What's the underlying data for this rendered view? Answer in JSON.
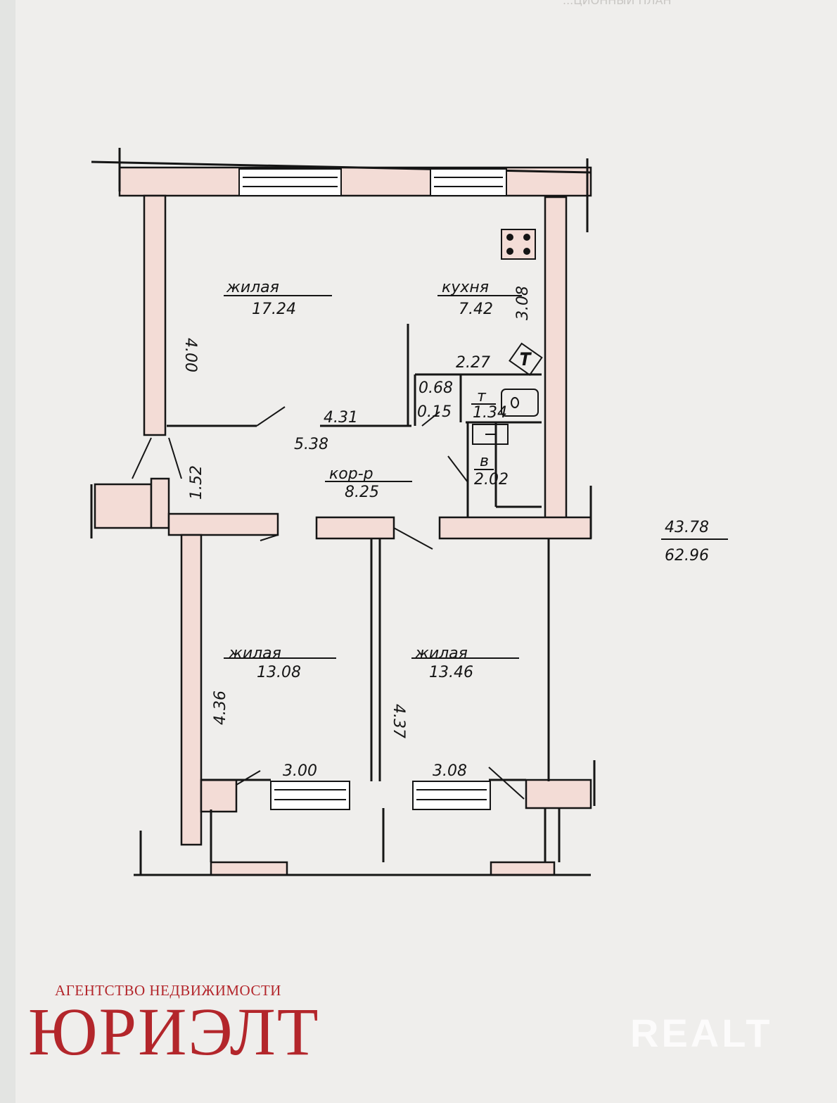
{
  "header_text": "...ЦИОННЫЙ ПЛАН",
  "rooms": [
    {
      "name": "жилая",
      "area": "17.24"
    },
    {
      "name": "кухня",
      "area": "7.42"
    },
    {
      "name": "т",
      "area": "1.34"
    },
    {
      "name": "в",
      "area": "2.02"
    },
    {
      "name": "кор-р",
      "area": "8.25"
    },
    {
      "name": "жилая",
      "area": "13.08"
    },
    {
      "name": "жилая",
      "area": "13.46"
    }
  ],
  "dimensions": {
    "d400": "4.00",
    "d308_kitchen": "3.08",
    "d227": "2.27",
    "d068": "0.68",
    "d015": "0.15",
    "d431": "4.31",
    "d538": "5.38",
    "d152": "1.52",
    "d436": "4.36",
    "d437": "4.37",
    "d300": "3.00",
    "d308_bottom": "3.08"
  },
  "totals": {
    "living_area": "43.78",
    "total_area": "62.96"
  },
  "watermarks": {
    "agency_subtitle": "АГЕНТСТВО НЕДВИЖИМОСТИ",
    "agency_name": "ЮРИЭЛТ",
    "site_logo": "REALT"
  },
  "colors": {
    "paper": "#efeeec",
    "wall_fill": "#f3dcd6",
    "ink": "#151515",
    "agency_red": "#b3262b"
  }
}
